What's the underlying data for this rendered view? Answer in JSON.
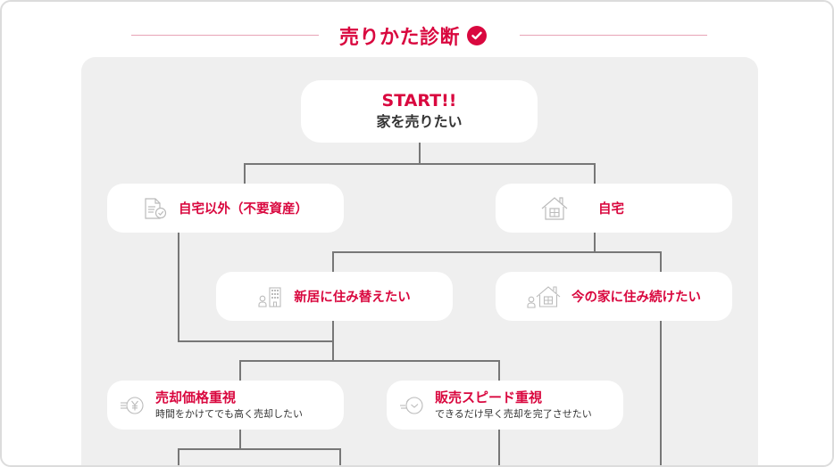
{
  "header": {
    "title": "売りかた診断",
    "title_icon": "check-circle-icon",
    "accent_color": "#d9083f",
    "line_color": "#e8a3b6"
  },
  "flowchart": {
    "panel_color": "#efefef",
    "connector_color": "#777777",
    "start": {
      "title": "START!!",
      "subtitle": "家を売りたい"
    },
    "level1": [
      {
        "label": "自宅以外（不要資産）",
        "icon": "document-check-icon"
      },
      {
        "label": "自宅",
        "icon": "house-icon"
      }
    ],
    "level2": [
      {
        "label": "新居に住み替えたい",
        "icon": "person-building-icon"
      },
      {
        "label": "今の家に住み続けたい",
        "icon": "person-house-icon"
      }
    ],
    "level3": [
      {
        "label": "売却価格重視",
        "sub": "時間をかけてでも高く売却したい",
        "icon": "yen-coin-icon"
      },
      {
        "label": "販売スピード重視",
        "sub": "できるだけ早く売却を完了させたい",
        "icon": "fast-clock-icon"
      }
    ]
  }
}
